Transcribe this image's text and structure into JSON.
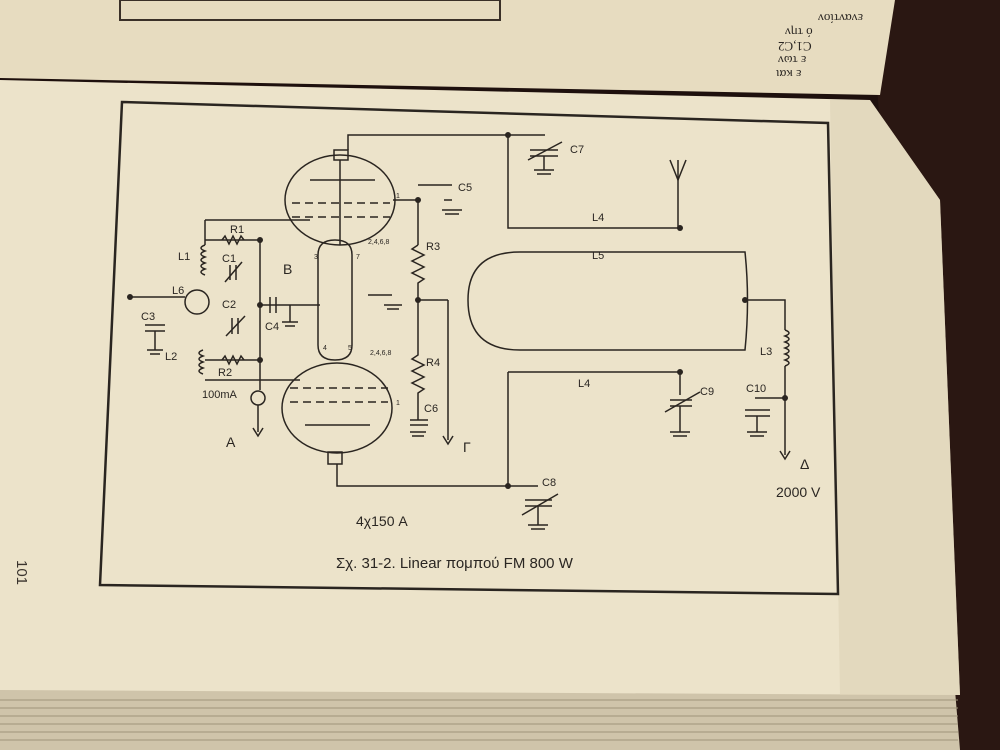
{
  "figure": {
    "caption": "Σχ. 31-2. Linear πομπού FM 800 W",
    "page_number": "101",
    "tube_type": "4χ150 A",
    "voltage_label": "2000 V",
    "current_label": "100mA"
  },
  "components": {
    "L1": "L1",
    "L2": "L2",
    "L3": "L3",
    "L4_top": "L4",
    "L4_bottom": "L4",
    "L5": "L5",
    "L6": "L6",
    "C1": "C1",
    "C2": "C2",
    "C3": "C3",
    "C4": "C4",
    "C5": "C5",
    "C6": "C6",
    "C7": "C7",
    "C8": "C8",
    "C9": "C9",
    "C10": "C10",
    "R1": "R1",
    "R2": "R2",
    "R3": "R3",
    "R4": "R4"
  },
  "terminals": {
    "A": "A",
    "B": "B",
    "G": "Γ",
    "D": "Δ"
  },
  "pins": {
    "p1": "1",
    "p3": "3",
    "p7": "7",
    "p4": "4",
    "p5": "5",
    "p2468a": "2,4,6,8",
    "p2468b": "2,4,6,8",
    "p1b": "1"
  },
  "facing_page_text": [
    "εναντίον",
    "ό την",
    "C1,C2",
    "ε των",
    "ε και"
  ]
}
